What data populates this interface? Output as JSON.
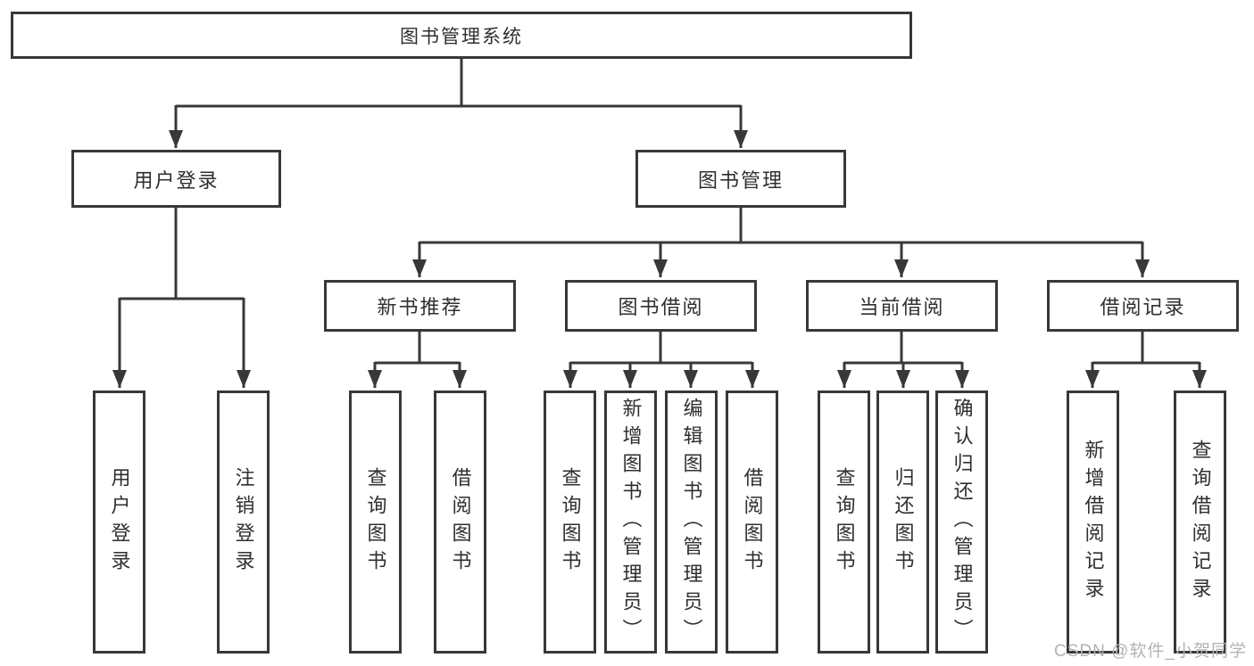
{
  "diagram": {
    "colors": {
      "line": "#383838",
      "text": "#2f2f2f",
      "box_background": "#ffffff",
      "watermark": "#b3b3b3"
    },
    "hierarchy": {
      "root": {
        "label": "图书管理系统"
      },
      "level2": [
        {
          "id": "user-login",
          "label": "用户登录"
        },
        {
          "id": "book-management",
          "label": "图书管理"
        }
      ],
      "level3": [
        {
          "id": "new-book-recommend",
          "label": "新书推荐",
          "parent": "book-management"
        },
        {
          "id": "book-borrowing",
          "label": "图书借阅",
          "parent": "book-management"
        },
        {
          "id": "current-borrowing",
          "label": "当前借阅",
          "parent": "book-management"
        },
        {
          "id": "borrowing-records",
          "label": "借阅记录",
          "parent": "book-management"
        }
      ],
      "level4": [
        {
          "label": "用户登录",
          "parent": "user-login"
        },
        {
          "label": "注销登录",
          "parent": "user-login"
        },
        {
          "label": "查询图书",
          "parent": "new-book-recommend"
        },
        {
          "label": "借阅图书",
          "parent": "new-book-recommend"
        },
        {
          "label": "查询图书",
          "parent": "book-borrowing"
        },
        {
          "label": "新增图书（管理员）",
          "parent": "book-borrowing"
        },
        {
          "label": "编辑图书（管理员）",
          "parent": "book-borrowing"
        },
        {
          "label": "借阅图书",
          "parent": "book-borrowing"
        },
        {
          "label": "查询图书",
          "parent": "current-borrowing"
        },
        {
          "label": "归还图书",
          "parent": "current-borrowing"
        },
        {
          "label": "确认归还（管理员）",
          "parent": "current-borrowing"
        },
        {
          "label": "新增借阅记录",
          "parent": "borrowing-records"
        },
        {
          "label": "查询借阅记录",
          "parent": "borrowing-records"
        }
      ]
    },
    "watermark": {
      "text": "CSDN @软件_小贺同学"
    }
  }
}
